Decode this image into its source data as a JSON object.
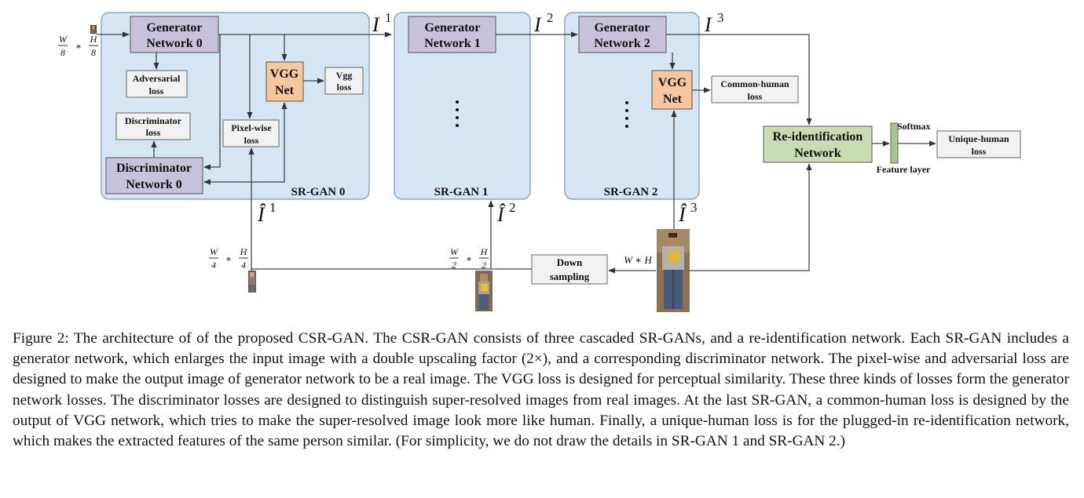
{
  "figure": {
    "input_label": {
      "w": "W",
      "d8": "8",
      "star": "∗",
      "h": "H"
    },
    "sr0": {
      "title": "SR-GAN 0",
      "generator": [
        "Generator",
        "Network 0"
      ],
      "adversarial": [
        "Adversarial",
        "loss"
      ],
      "discriminator_loss": [
        "Discriminator",
        "loss"
      ],
      "pixel": [
        "Pixel-wise",
        "loss"
      ],
      "vgg": [
        "VGG",
        "Net"
      ],
      "vgg_loss": [
        "Vgg",
        "loss"
      ],
      "discriminator": [
        "Discriminator",
        "Network 0"
      ]
    },
    "sr1": {
      "title": "SR-GAN 1",
      "generator": [
        "Generator",
        "Network 1"
      ]
    },
    "sr2": {
      "title": "SR-GAN 2",
      "generator": [
        "Generator",
        "Network 2"
      ],
      "vgg": [
        "VGG",
        "Net"
      ],
      "common_loss": [
        "Common-human",
        "loss"
      ]
    },
    "reid": [
      "Re-identification",
      "Network"
    ],
    "softmax": "Softmax",
    "feature_layer": "Feature layer",
    "unique_loss": [
      "Unique-human",
      "loss"
    ],
    "down": [
      "Down",
      "sampling"
    ],
    "outputs": {
      "i": "I",
      "s1": "1",
      "s2": "2",
      "s3": "3"
    },
    "hr": {
      "i": "Î",
      "s1": "1",
      "s2": "2",
      "s3": "3"
    },
    "scale_4": {
      "w": "W",
      "h": "H",
      "d": "4",
      "star": "∗"
    },
    "scale_2": {
      "w": "W",
      "h": "H",
      "d": "2",
      "star": "∗"
    },
    "scale_full": "W ∗ H",
    "dots": "⋮",
    "colors": {
      "panel": "#d6e6f5",
      "generator": "#c9c2dd",
      "vgg": "#f6c8a0",
      "loss": "#f2f2f2",
      "reid": "#c9dcb4",
      "feature": "#a9c48c"
    }
  },
  "caption": "Figure 2: The architecture of of the proposed CSR-GAN. The CSR-GAN consists of three cascaded SR-GANs, and a re-identification network. Each SR-GAN includes a generator network, which enlarges the input image with a double upscaling factor (2×), and a corresponding discriminator network. The pixel-wise and adversarial loss are designed to make the output image of generator network to be a real image. The VGG loss is designed for perceptual similarity. These three kinds of losses form the generator network losses. The discriminator losses are designed to distinguish super-resolved images from real images. At the last SR-GAN, a common-human loss is designed by the output of VGG network, which tries to make the super-resolved image look more like human. Finally, a unique-human loss is for the plugged-in re-identification network, which makes the extracted features of the same person similar. (For simplicity, we do not draw the details in SR-GAN 1 and SR-GAN 2.)"
}
